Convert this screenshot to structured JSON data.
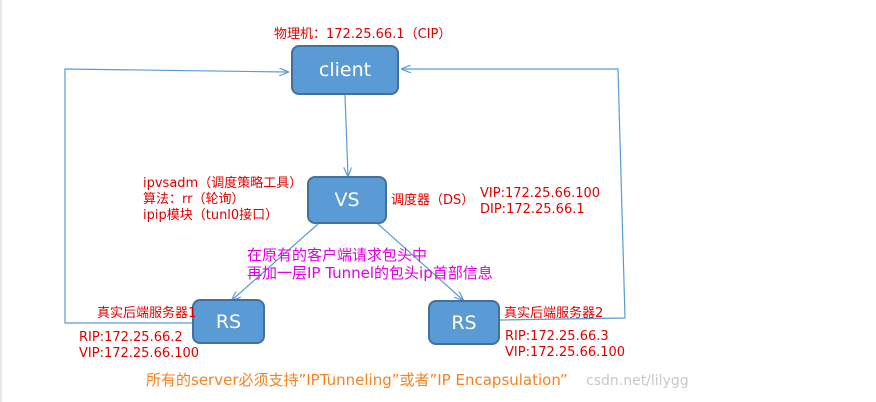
{
  "nodes": {
    "client": "client",
    "vs": "VS",
    "rs1": "RS",
    "rs2": "RS"
  },
  "labels": {
    "client_host": "物理机：172.25.66.1（CIP）",
    "vs_left": [
      "ipvsadm（调度策略工具）",
      "算法：rr（轮询）",
      "ipip模块（tunl0接口）"
    ],
    "vs_role": "调度器（DS）",
    "vs_vip": "VIP:172.25.66.100",
    "vs_dip": "DIP:172.25.66.1",
    "tunnel_note": [
      "在原有的客户端请求包头中",
      "再加一层IP Tunnel的包头ip首部信息"
    ],
    "rs1_title": "真实后端服务器1",
    "rs1_rip": "RIP:172.25.66.2",
    "rs1_vip": "VIP:172.25.66.100",
    "rs2_title": "真实后端服务器2",
    "rs2_rip": "RIP:172.25.66.3",
    "rs2_vip": "VIP:172.25.66.100",
    "footer": "所有的server必须支持”IPTunneling”或者”IP Encapsulation”",
    "watermark": "csdn.net/lilygg"
  },
  "colors": {
    "node_fill": "#5b9bd5",
    "node_border": "#41719c",
    "wire": "#5b9bd5",
    "red_text": "#e00000",
    "magenta_text": "#e000e0",
    "orange_text": "#f58220"
  }
}
